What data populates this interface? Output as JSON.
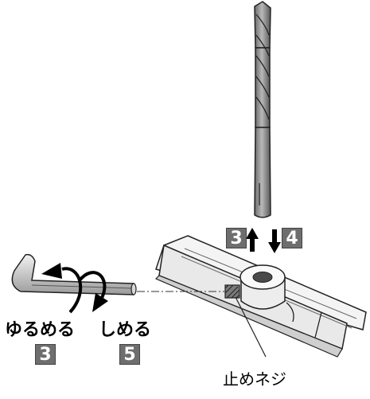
{
  "steps": {
    "lift": "3",
    "lower": "4",
    "loosen_step": "3",
    "tighten_step": "5"
  },
  "labels": {
    "loosen": "ゆるめる",
    "tighten": "しめる",
    "set_screw": "止めネジ"
  }
}
